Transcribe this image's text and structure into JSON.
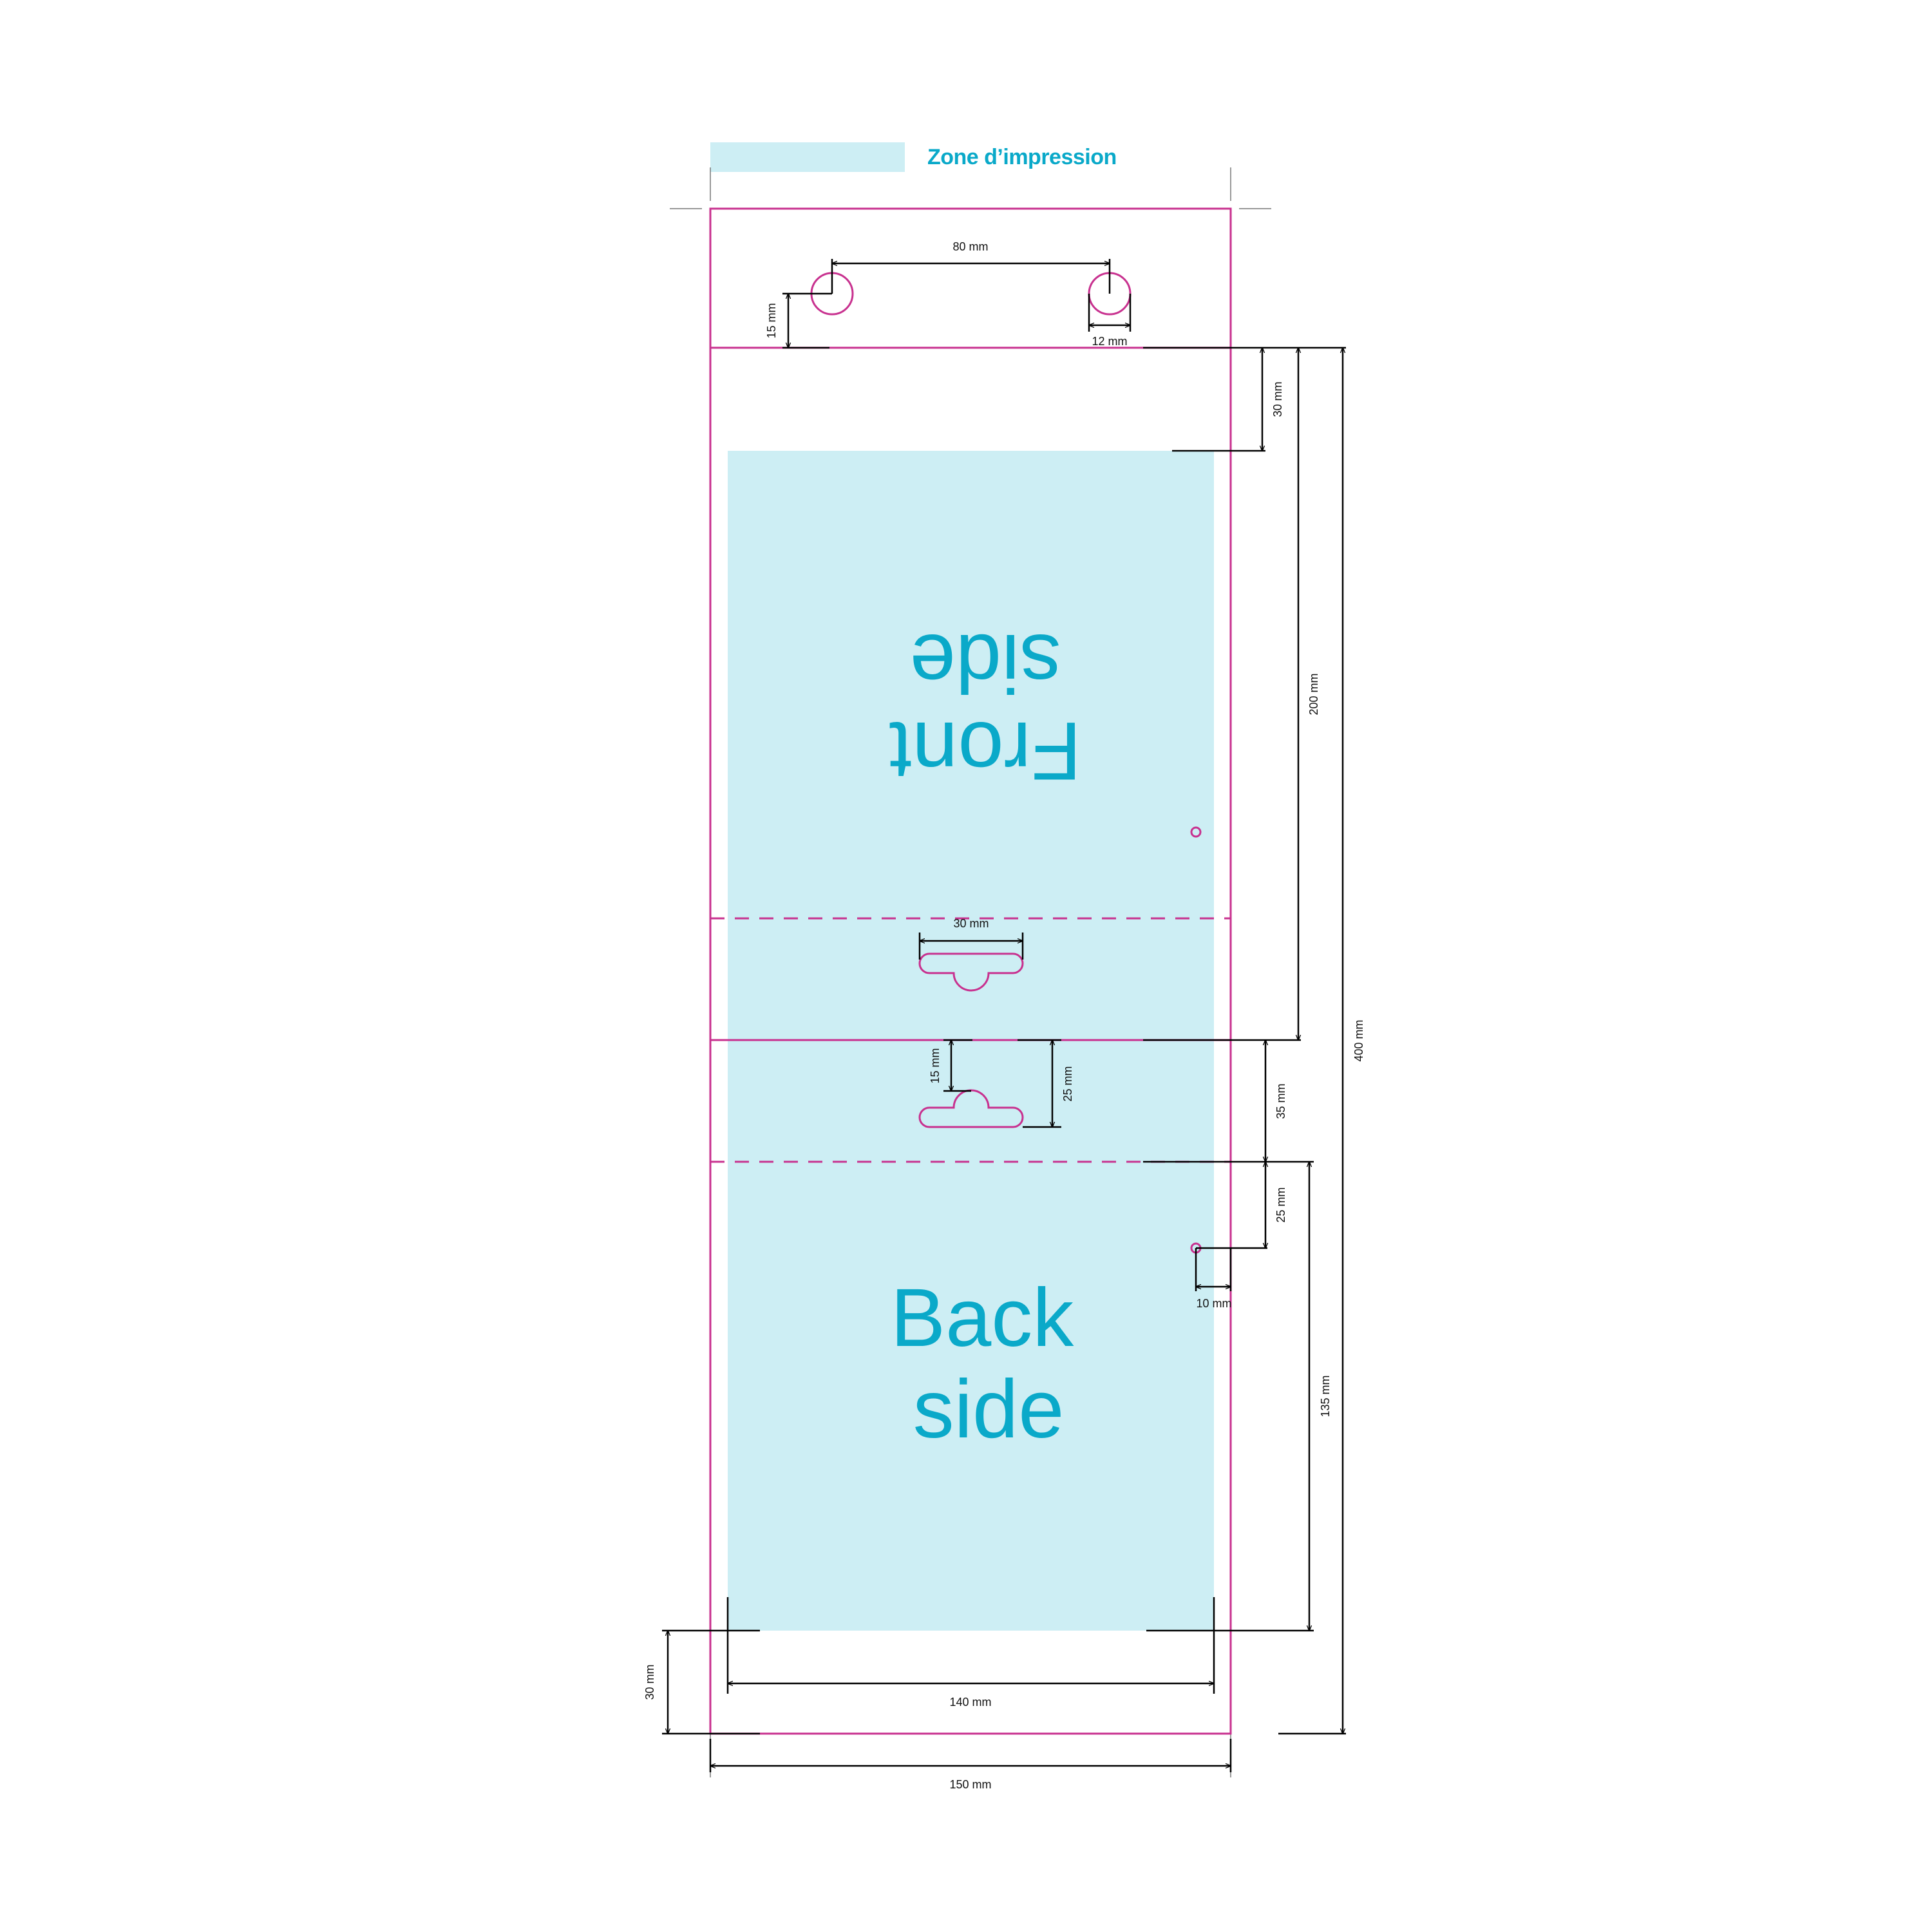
{
  "colors": {
    "print_zone": "#cdeef4",
    "accent_text": "#0aa9c9",
    "cut_line": "#c8318f",
    "dimension_line": "#000000"
  },
  "legend": {
    "label": "Zone d’impression"
  },
  "panels": {
    "front_line1": "Front",
    "front_line2": "side",
    "back_line1": "Back",
    "back_line2": "side"
  },
  "dimensions": {
    "hole_spacing": "80 mm",
    "hole_height": "15 mm",
    "hole_diameter": "12 mm",
    "top_margin": "30 mm",
    "front_height": "200 mm",
    "total_height": "400 mm",
    "flap_height": "35 mm",
    "euro_slot_width": "30 mm",
    "euro_slot_depth": "15 mm",
    "euro_slot_total": "25 mm",
    "fold_offset": "25 mm",
    "dot_inset": "10 mm",
    "back_height": "135 mm",
    "bottom_margin": "30 mm",
    "print_width": "140 mm",
    "total_width": "150 mm"
  }
}
